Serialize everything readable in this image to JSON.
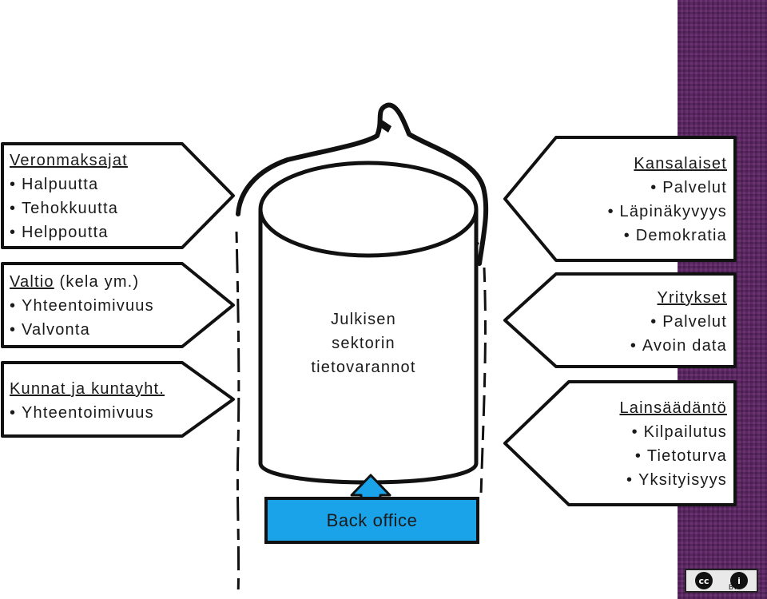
{
  "left_boxes": [
    {
      "heading": "Veronmaksajat",
      "heading_suffix": "",
      "bullets": [
        "Halpuutta",
        "Tehokkuutta",
        "Helppoutta"
      ]
    },
    {
      "heading": "Valtio",
      "heading_suffix": " (kela ym.)",
      "bullets": [
        "Yhteentoimivuus",
        "Valvonta"
      ]
    },
    {
      "heading": "Kunnat ja kuntayht.",
      "heading_suffix": "",
      "bullets": [
        "Yhteentoimivuus"
      ]
    }
  ],
  "right_boxes": [
    {
      "heading": "Kansalaiset",
      "bullets": [
        "Palvelut",
        "Läpinäkyvyys",
        "Demokratia"
      ]
    },
    {
      "heading": "Yritykset",
      "bullets": [
        "Palvelut",
        "Avoin data"
      ]
    },
    {
      "heading": "Lainsäädäntö",
      "bullets": [
        "Kilpailutus",
        "Tietoturva",
        "Yksityisyys"
      ]
    }
  ],
  "center": {
    "line1": "Julkisen",
    "line2": "sektorin",
    "line3": "tietovarannot"
  },
  "back_office": {
    "label": "Back office"
  },
  "license": {
    "cc": "cc",
    "by_icon": "i",
    "by": "BY"
  },
  "colors": {
    "back_office_fill": "#1aa3e8",
    "arrow_fill": "#1aa3e8",
    "side_strip": "#5e2a63",
    "outline": "#1a1a1a"
  }
}
